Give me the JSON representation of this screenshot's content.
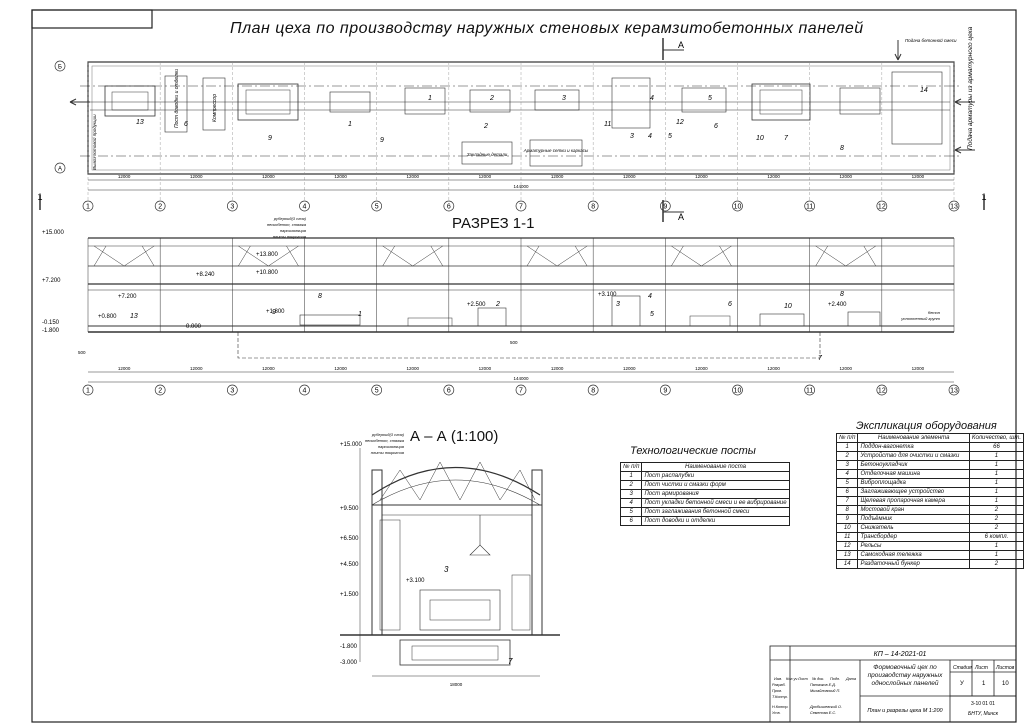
{
  "title": "План цеха по производству наружных стеновых керамзитобетонных панелей",
  "plan": {
    "axes": [
      "1",
      "2",
      "3",
      "4",
      "5",
      "6",
      "7",
      "8",
      "9",
      "10",
      "11",
      "12",
      "13"
    ],
    "bay_dims": [
      "12000",
      "12000",
      "12000",
      "12000",
      "12000",
      "12000",
      "12000",
      "12000",
      "12000",
      "12000",
      "12000",
      "12000"
    ],
    "total_dim": "144000",
    "row_labels": [
      "Б",
      "А"
    ],
    "section_marks": [
      "1",
      "A"
    ],
    "notes": {
      "vyvoz": "Вывоз готовой продукции",
      "post_dovodki": "Пост доводки и отделки",
      "kompressor": "Компрессор",
      "zaklad": "Закладные детали",
      "armatura": "Арматурные сетки и каркасы",
      "podacha_armatury": "Подача арматуры из арматурного цеха",
      "podacha_smesi": "Подача бетонной смеси"
    },
    "numbers": [
      "13",
      "6",
      "9",
      "1",
      "9",
      "1",
      "2",
      "2",
      "3",
      "11",
      "12",
      "3",
      "4",
      "5",
      "4",
      "5",
      "6",
      "7",
      "10",
      "8",
      "14"
    ]
  },
  "section": {
    "title": "РАЗРЕЗ 1-1",
    "levels": [
      "+15.000",
      "+7.200",
      "-0.150",
      "-1.800"
    ],
    "marks": [
      "+13.800",
      "+10.800",
      "+8.240",
      "+7.200",
      "+0.800",
      "0.000",
      "+1.800",
      "+2.500",
      "+3.100",
      "+2.400"
    ],
    "roof_note": [
      "рубероид(3 слоя)",
      "пескобетон, стяжка",
      "пароизоляция",
      "плиты покрытия"
    ],
    "ground_note": [
      "бетон",
      "уплотненный грунт"
    ],
    "dim_500": "500",
    "numbers": [
      "13",
      "9",
      "8",
      "1",
      "2",
      "3",
      "4",
      "5",
      "6",
      "10",
      "8",
      "7"
    ]
  },
  "cross": {
    "title": "А – А (1:100)",
    "levels": [
      "+15.000",
      "+9.500",
      "+6.500",
      "+4.500",
      "+3.100",
      "+1.500",
      "-1.800",
      "-3.000"
    ],
    "width": "18000",
    "roof_note": [
      "рубероид(3 слоя)",
      "пескобетон, стяжка",
      "пароизоляция",
      "плиты покрытия"
    ],
    "numbers": [
      "3",
      "7"
    ]
  },
  "tech_posts": {
    "title": "Технологические посты",
    "headers": [
      "№ п/п",
      "Наименование поста"
    ],
    "rows": [
      [
        "1",
        "Пост распалубки"
      ],
      [
        "2",
        "Пост чистки и смазки форм"
      ],
      [
        "3",
        "Пост армирования"
      ],
      [
        "4",
        "Пост укладки бетонной смеси и ее вибрирование"
      ],
      [
        "5",
        "Пост заглаживания бетонной смеси"
      ],
      [
        "6",
        "Пост доводки и отделки"
      ]
    ]
  },
  "equipment": {
    "title": "Экспликация оборудования",
    "headers": [
      "№ п/п",
      "Наименование элемента",
      "Количество, шт."
    ],
    "rows": [
      [
        "1",
        "Поддон-вагонетка",
        "66"
      ],
      [
        "2",
        "Устройство для очистки и смазки",
        "1"
      ],
      [
        "3",
        "Бетоноукладчик",
        "1"
      ],
      [
        "4",
        "Отделочная машина",
        "1"
      ],
      [
        "5",
        "Виброплощадка",
        "1"
      ],
      [
        "6",
        "Заглаживающее устройство",
        "1"
      ],
      [
        "7",
        "Щелевая пропарочная камера",
        "1"
      ],
      [
        "8",
        "Мостовой кран",
        "2"
      ],
      [
        "9",
        "Подъёмник",
        "2"
      ],
      [
        "10",
        "Снижатель",
        "2"
      ],
      [
        "11",
        "Трансбордер",
        "6 компл."
      ],
      [
        "12",
        "Рельсы",
        "1"
      ],
      [
        "13",
        "Самоходная тележка",
        "1"
      ],
      [
        "14",
        "Раздаточный бункер",
        "2"
      ]
    ]
  },
  "stamp": {
    "code": "КП – 14-2021-01",
    "name": "Формовочный цех по производству наружных однослойных панелей",
    "sheet": "План и разрезы цеха М 1:200",
    "org": "БНТУ, Минск",
    "group": "3-10 01 01",
    "labels": [
      "Изм.",
      "Кол.уч",
      "Лист",
      "№ док.",
      "Подп.",
      "Дата",
      "Разраб.",
      "Пров.",
      "Т.Контр.",
      "Н.Контр.",
      "Утв.",
      "Стадия",
      "Лист",
      "Листов"
    ],
    "people": [
      "Пятачков Е.Д.",
      "Михайловский П.",
      "Дробышевский О.",
      "Семенова Е.С."
    ],
    "stage": "У",
    "sheet_no": "1",
    "sheets": "10"
  }
}
